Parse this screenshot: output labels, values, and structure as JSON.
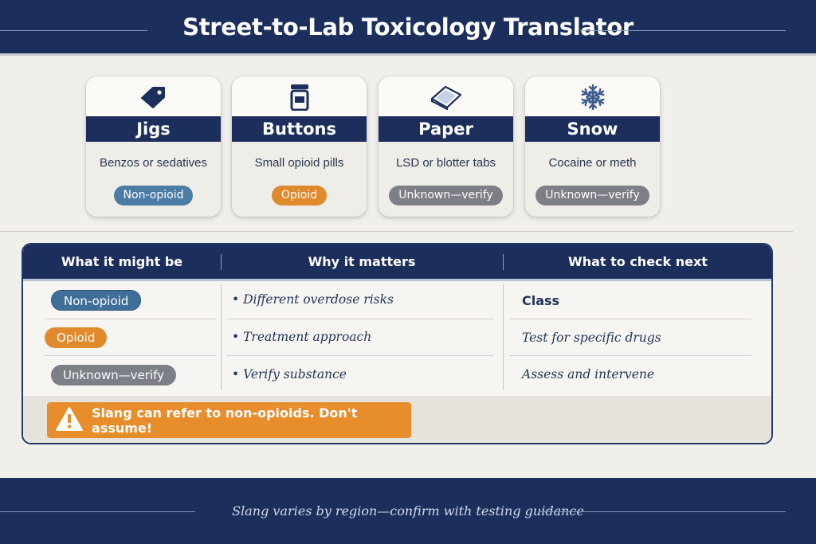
{
  "header": {
    "title": "Street-to-Lab Toxicology Translator"
  },
  "cards": [
    {
      "name": "Jigs",
      "icon": "tag-icon",
      "description": "Benzos or sedatives",
      "badge": "Non-opioid",
      "badge_color": "#4a7ca5"
    },
    {
      "name": "Buttons",
      "icon": "pill-bottle-icon",
      "description": "Small opioid pills",
      "badge": "Opioid",
      "badge_color": "#e08a2e"
    },
    {
      "name": "Paper",
      "icon": "blotter-paper-icon",
      "description": "LSD or blotter tabs",
      "badge": "Unknown—verify",
      "badge_color": "#7d7f86"
    },
    {
      "name": "Snow",
      "icon": "snowflake-icon",
      "description": "Cocaine or meth",
      "badge": "Unknown—verify",
      "badge_color": "#7d7f86"
    }
  ],
  "table": {
    "headers": [
      "What it might be",
      "Why it matters",
      "What to check next"
    ],
    "rows": [
      {
        "class": "Non-opioid",
        "why": "• Different overdose risks",
        "check": "Class"
      },
      {
        "class": "Opioid",
        "why": "• Treatment approach",
        "check": "Test for specific drugs"
      },
      {
        "class": "Unknown—verify",
        "why": "• Verify substance",
        "check": "Assess and intervene"
      }
    ]
  },
  "warning": {
    "icon": "warning-icon",
    "text": "Slang can refer to non-opioids. Don't assume!"
  },
  "footer": {
    "note": "Slang varies by region—confirm with testing guidance"
  },
  "colors": {
    "navy": "#1c2f5c",
    "non_opioid": "#4a7ca5",
    "opioid": "#e08a2e",
    "unknown": "#7d7f86",
    "warning": "#e78d2c"
  }
}
